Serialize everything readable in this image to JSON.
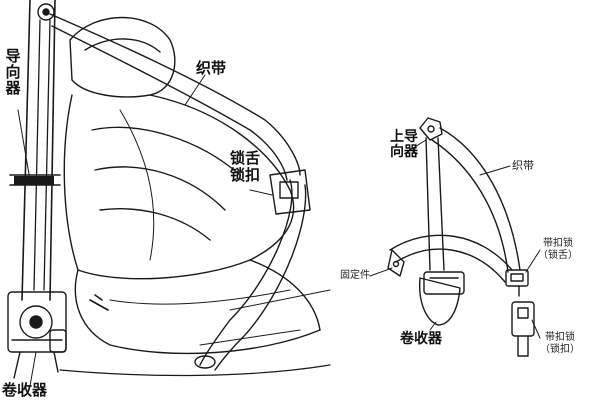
{
  "left_figure": {
    "upper_guide_label": "导向器",
    "webbing_label": "织带",
    "tongue_label": "锁舌锁扣",
    "retractor_label": "卷收器"
  },
  "right_figure": {
    "upper_guide_label": "上导向器",
    "webbing_label": "织带",
    "tongue_label_line1": "带扣锁",
    "tongue_label_line2": "（锁舌）",
    "fixed_part_label": "固定件",
    "retractor_label": "卷收器",
    "buckle_label_line1": "带扣锁",
    "buckle_label_line2": "（锁扣）"
  }
}
